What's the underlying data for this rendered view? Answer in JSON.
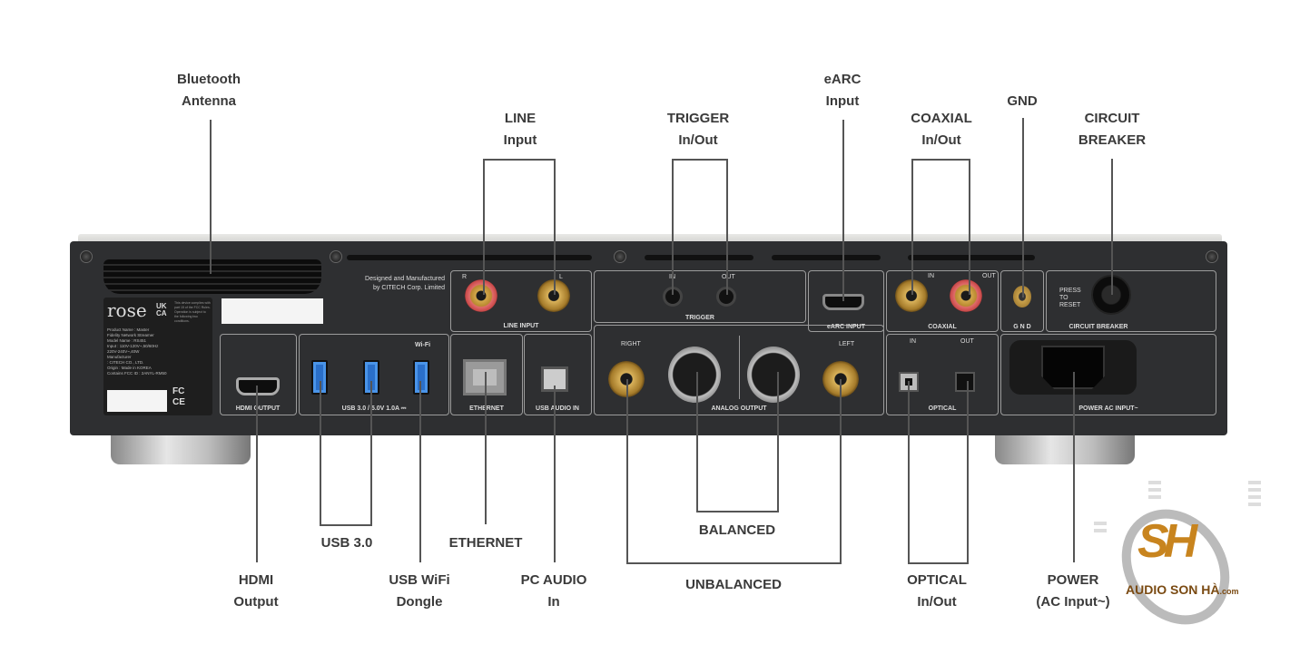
{
  "callouts": {
    "bluetooth": [
      "Bluetooth",
      "Antenna"
    ],
    "line": [
      "LINE",
      "Input"
    ],
    "trigger": [
      "TRIGGER",
      "In/Out"
    ],
    "earc": [
      "eARC",
      "Input"
    ],
    "coaxial": [
      "COAXIAL",
      "In/Out"
    ],
    "gnd": [
      "GND"
    ],
    "breaker": [
      "CIRCUIT",
      "BREAKER"
    ],
    "hdmi": [
      "HDMI",
      "Output"
    ],
    "usb3": [
      "USB 3.0"
    ],
    "wifi": [
      "USB WiFi",
      "Dongle"
    ],
    "ethernet": [
      "ETHERNET"
    ],
    "pcaudio": [
      "PC AUDIO",
      "In"
    ],
    "balanced": [
      "BALANCED"
    ],
    "unbalanced": [
      "UNBALANCED"
    ],
    "optical": [
      "OPTICAL",
      "In/Out"
    ],
    "power": [
      "POWER",
      "(AC Input~)"
    ]
  },
  "panel": {
    "designed": [
      "Designed and Manufactured",
      "by CITECH Corp. Limited"
    ],
    "brand": "rose",
    "ukca": [
      "UK",
      "CA"
    ],
    "spec": [
      "Product Name : Master",
      "Fidelity Network Streamer",
      "Model Name : RS451",
      "Input : 110V-120V~,50/60Hz",
      "220V-240V~,40W",
      "Manufacturer",
      ": CITECH CO., LTD.",
      "Origin : Made in KOREA",
      "Contains FCC ID : 2ANYL-RM50"
    ],
    "fcc_note": "This device complies with part 15 of the FCC Rules. Operation is subject to the following two conditions.",
    "fc": "FC",
    "ce": "CE",
    "hdmi_output": "HDMI OUTPUT",
    "usb_label": "USB 3.0 / 5.0V 1.0A ⎓",
    "wifi": "Wi-Fi",
    "line_input": "LINE INPUT",
    "r": "R",
    "l": "L",
    "ethernet": "ETHERNET",
    "usb_audio_in": "USB AUDIO IN",
    "trigger": "TRIGGER",
    "trig_in": "IN",
    "trig_out": "OUT",
    "earc": "eARC INPUT",
    "coaxial": "COAXIAL",
    "coax_in": "IN",
    "coax_out": "OUT",
    "gnd": "G N D",
    "breaker": "CIRCUIT BREAKER",
    "press": [
      "PRESS",
      "TO",
      "RESET"
    ],
    "right": "RIGHT",
    "left": "LEFT",
    "analog_output": "ANALOG OUTPUT",
    "opt_in": "IN",
    "opt_out": "OUT",
    "optical": "OPTICAL",
    "power": "POWER AC INPUT~"
  },
  "logo": {
    "mark": "SH",
    "text": "AUDIO SON HÀ",
    "suffix": ".com"
  }
}
